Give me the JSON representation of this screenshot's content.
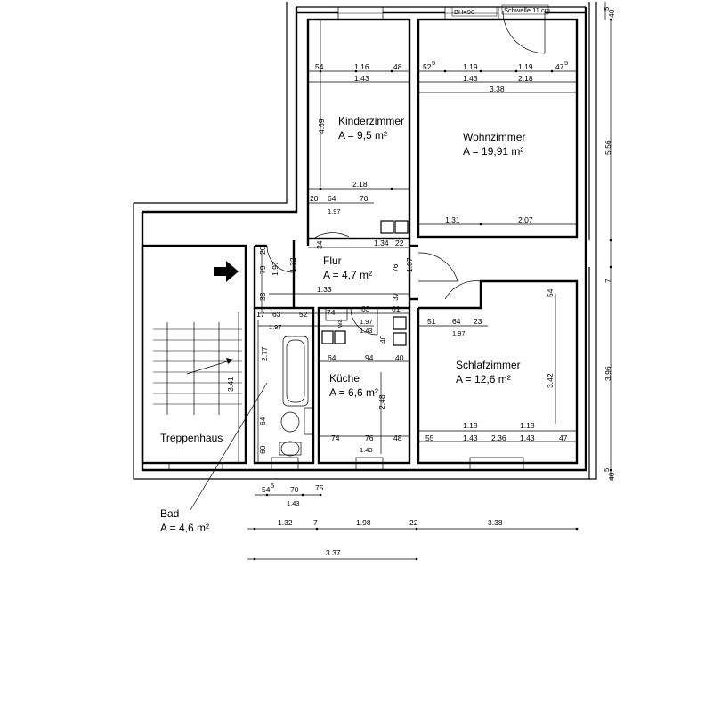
{
  "rooms": {
    "kinderzimmer": {
      "name": "Kinderzimmer",
      "area": "A = 9,5 m²"
    },
    "wohnzimmer": {
      "name": "Wohnzimmer",
      "area": "A = 19,91 m²"
    },
    "flur": {
      "name": "Flur",
      "area": "A = 4,7 m²"
    },
    "kueche": {
      "name": "Küche",
      "area": "A = 6,6 m²"
    },
    "schlafzimmer": {
      "name": "Schlafzimmer",
      "area": "A = 12,6 m²"
    },
    "treppenhaus": {
      "name": "Treppenhaus"
    },
    "bad": {
      "name": "Bad",
      "area": "A = 4,6 m²"
    }
  },
  "notes": {
    "brh": "BH=90",
    "schwelle": "Schwelle 11 cm"
  },
  "dims": {
    "top_54": "54",
    "top_116": "1.16",
    "top_48": "48",
    "top_143a": "1.43",
    "top_525": "52",
    "top_525_sup": "5",
    "top_119a": "1.19",
    "top_119b": "1.19",
    "top_475": "47",
    "top_475_sup": "5",
    "top_143b": "1.43",
    "top_218": "2.18",
    "top_338": "3.38",
    "k_469": "4.69",
    "k_218": "2.18",
    "k_20": "20",
    "k_64": "64",
    "k_70": "70",
    "k_197": "1.97",
    "w_131": "1.31",
    "w_207": "2.07",
    "f_34": "34",
    "f_134": "1.34",
    "f_22": "22",
    "f_20": "20",
    "f_79": "79",
    "f_197a": "1.97",
    "f_132": "1.32",
    "f_76": "76",
    "f_197b": "1.97",
    "f_133": "1.33",
    "f_37": "37",
    "f_33": "33",
    "b_17": "17",
    "b_63": "63",
    "b_52": "52",
    "b_74": "74",
    "b_197": "1.97",
    "c_63": "63",
    "c_61": "61",
    "c_143": "1.43",
    "c_40": "40",
    "b_277": "2.77",
    "t_341": "3.41",
    "c_64": "64",
    "c_94": "94",
    "c_40b": "40",
    "c_248": "2.48",
    "c_74": "74",
    "c_76": "76",
    "c_48": "48",
    "s_51": "51",
    "s_64": "64",
    "s_23": "23",
    "s_197": "1.97",
    "s_54": "54",
    "s_342": "3.42",
    "s_118a": "1.18",
    "s_118b": "1.18",
    "s_55": "55",
    "s_143a": "1.43",
    "s_236": "2.36",
    "s_143b": "1.43",
    "s_47": "47",
    "b_64": "64",
    "b_60": "60",
    "bot_545": "54",
    "bot_545_sup": "5",
    "bot_70": "70",
    "bot_75": "75",
    "bot_143": "1.43",
    "row1_132": "1.32",
    "row1_7": "7",
    "row1_198": "1.98",
    "row1_22": "22",
    "row1_338": "3.38",
    "row2_337": "3.37",
    "r_405_top": "40",
    "r_405_top_sup": "5",
    "r_556": "5.56",
    "r_7": "7",
    "r_396": "3.96",
    "r_405_bot": "40",
    "r_405_bot_sup": "5",
    "wa": "wa"
  }
}
